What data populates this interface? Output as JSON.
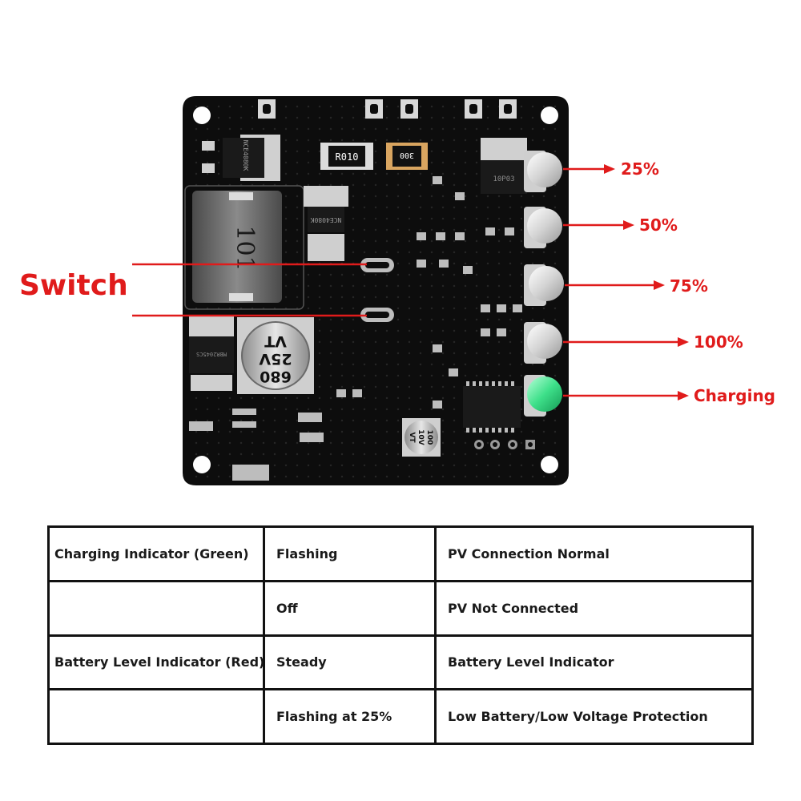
{
  "callouts": {
    "switch": "Switch",
    "levels": [
      "25%",
      "50%",
      "75%",
      "100%"
    ],
    "charging": "Charging"
  },
  "board_markings": {
    "resistor_1": "R010",
    "resistor_2": "300",
    "inductor": "101",
    "capacitor_large": [
      "680",
      "25V",
      "VT"
    ],
    "capacitor_small": [
      "100",
      "10V",
      "VT"
    ],
    "mosfet_1": "NCE4080K",
    "mosfet_2": "NCE4080K",
    "regulator": "10P03",
    "diode": "MBR2045CS"
  },
  "colors": {
    "accent": "#e01b1b",
    "board": "#0d0d0d",
    "led_green": "#3ee08a"
  },
  "table": {
    "rows": [
      [
        "Charging Indicator (Green)",
        "Flashing",
        "PV Connection Normal"
      ],
      [
        "",
        "Off",
        "PV Not Connected"
      ],
      [
        "Battery Level Indicator (Red)",
        "Steady",
        "Battery Level Indicator"
      ],
      [
        "",
        "Flashing at 25%",
        "Low Battery/Low Voltage Protection"
      ]
    ]
  }
}
